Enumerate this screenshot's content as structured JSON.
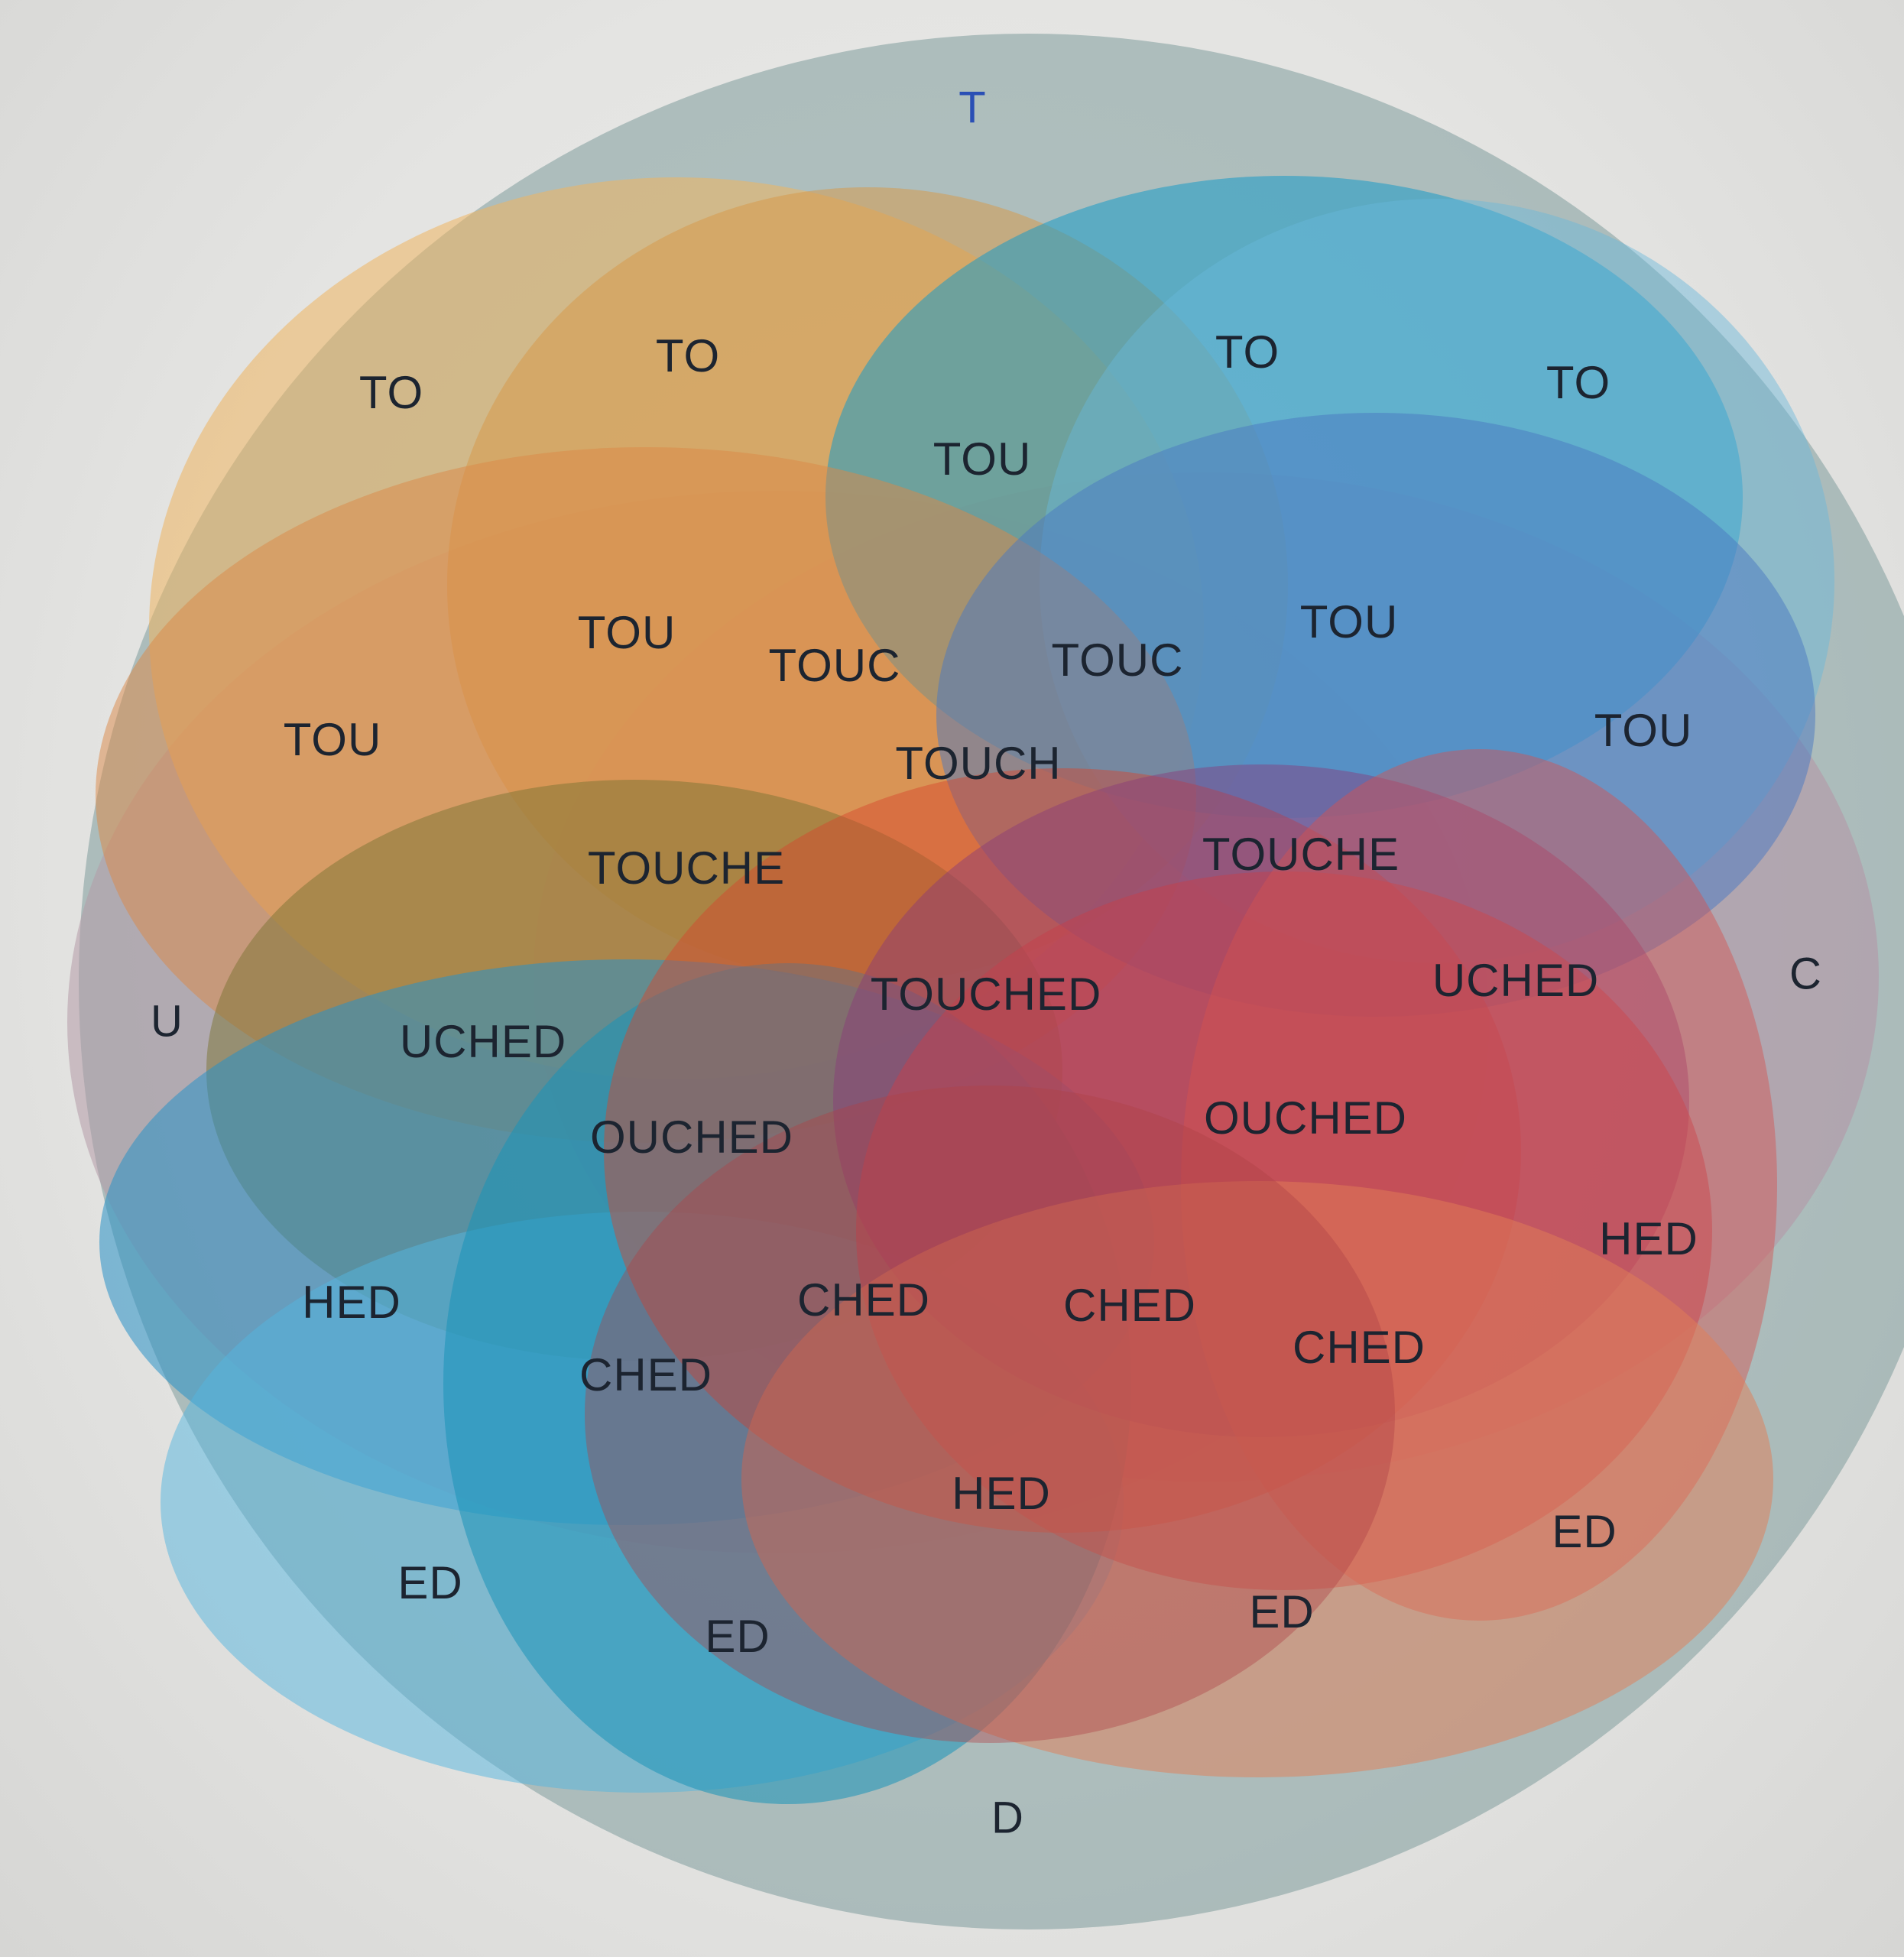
{
  "diagram": {
    "type": "venn",
    "sets": [
      {
        "label": "T",
        "color": "#7d9a9b"
      },
      {
        "label": "C",
        "color": "#b98aa0"
      },
      {
        "label": "D",
        "color": "#6f9694"
      },
      {
        "label": "U",
        "color": "#b093a2"
      },
      {
        "label": "TO",
        "color": "#e9b25c"
      },
      {
        "label": "TO",
        "color": "#0e94bf"
      },
      {
        "label": "TOU",
        "color": "#dd8a48"
      },
      {
        "label": "TOU",
        "color": "#4f7fc4"
      },
      {
        "label": "HED",
        "color": "#2f96c8"
      },
      {
        "label": "HED",
        "color": "#d64c4e"
      },
      {
        "label": "ED",
        "color": "#4fb2dc"
      },
      {
        "label": "ED",
        "color": "#e07d56"
      },
      {
        "label": "CHED",
        "color": "#1a8fb8"
      },
      {
        "label": "CHED",
        "color": "#c63a45"
      },
      {
        "label": "TOUCHE",
        "color": "#8a7a3a"
      },
      {
        "label": "TOUCHED",
        "color": "#e06a32"
      }
    ],
    "set_letters": {
      "top": "T",
      "right": "C",
      "bottom": "D",
      "left": "U",
      "letter_color_top": "#2a4fb5",
      "letter_color_other": "#1c2430"
    },
    "regions": {
      "to_1": "TO",
      "to_2": "TO",
      "to_3": "TO",
      "to_4": "TO",
      "tou_top": "TOU",
      "tou_left_inner": "TOU",
      "tou_left_outer": "TOU",
      "tou_right_inner": "TOU",
      "tou_right_outer": "TOU",
      "touc_left": "TOUC",
      "touc_right": "TOUC",
      "touch_center": "TOUCH",
      "touche_left": "TOUCHE",
      "touche_right": "TOUCHE",
      "touched_center": "TOUCHED",
      "uched_left": "UCHED",
      "uched_right": "UCHED",
      "ouched_left": "OUCHED",
      "ouched_right": "OUCHED",
      "hed_left": "HED",
      "hed_right": "HED",
      "hed_bottom": "HED",
      "ched_1": "CHED",
      "ched_2": "CHED",
      "ched_3": "CHED",
      "ched_4": "CHED",
      "ed_1": "ED",
      "ed_2": "ED",
      "ed_3": "ED",
      "ed_4": "ED"
    }
  }
}
